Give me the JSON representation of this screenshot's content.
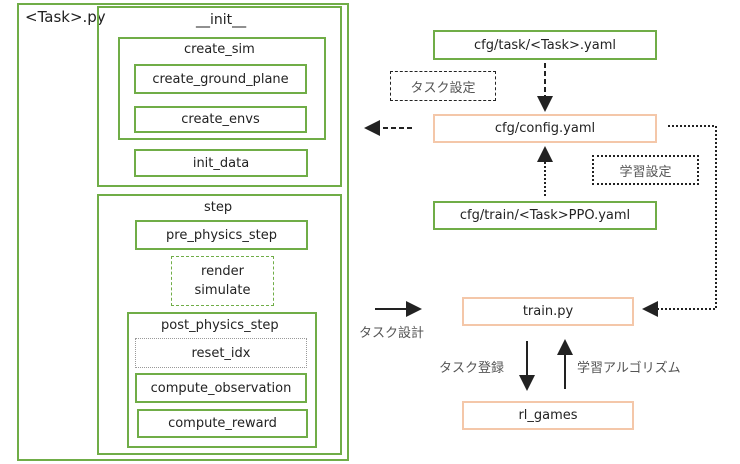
{
  "task_file": {
    "title": "<Task>.py",
    "init": {
      "label": "__init__",
      "create_sim": {
        "label": "create_sim",
        "children": [
          "create_ground_plane",
          "create_envs"
        ]
      },
      "init_data": "init_data"
    },
    "step": {
      "label": "step",
      "pre_physics_step": "pre_physics_step",
      "render_simulate": [
        "render",
        "simulate"
      ],
      "post_physics_step": {
        "label": "post_physics_step",
        "children": [
          "reset_idx",
          "compute_observation",
          "compute_reward"
        ]
      }
    }
  },
  "config": {
    "task_yaml": "cfg/task/<Task>.yaml",
    "config_yaml": "cfg/config.yaml",
    "train_yaml": "cfg/train/<Task>PPO.yaml",
    "task_setting_label": "タスク設定",
    "train_setting_label": "学習設定"
  },
  "runtime": {
    "train_py": "train.py",
    "rl_games": "rl_games",
    "task_register_label": "タスク登録",
    "algorithm_label": "学習アルゴリズム"
  },
  "legend": {
    "task_design_label": "タスク設計"
  },
  "colors": {
    "green": "#70ad47",
    "orange": "#f4c7a9",
    "text": "#222222"
  }
}
